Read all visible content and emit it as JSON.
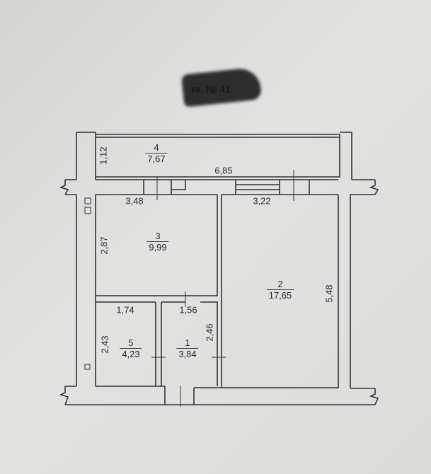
{
  "title": "кв. № 41",
  "rooms": [
    {
      "number": "4",
      "area": "7,67"
    },
    {
      "number": "3",
      "area": "9,99"
    },
    {
      "number": "2",
      "area": "17,65"
    },
    {
      "number": "5",
      "area": "4,23"
    },
    {
      "number": "1",
      "area": "3,84"
    }
  ],
  "dimensions": {
    "balcony_depth": "1,12",
    "balcony_length": "6,85",
    "room3_width": "3,48",
    "room3_depth": "2,87",
    "room2_width": "3,22",
    "room2_depth": "5,48",
    "room5_width": "1,74",
    "room5_depth": "2,43",
    "room1_width": "1,56",
    "room1_depth": "2,46"
  }
}
